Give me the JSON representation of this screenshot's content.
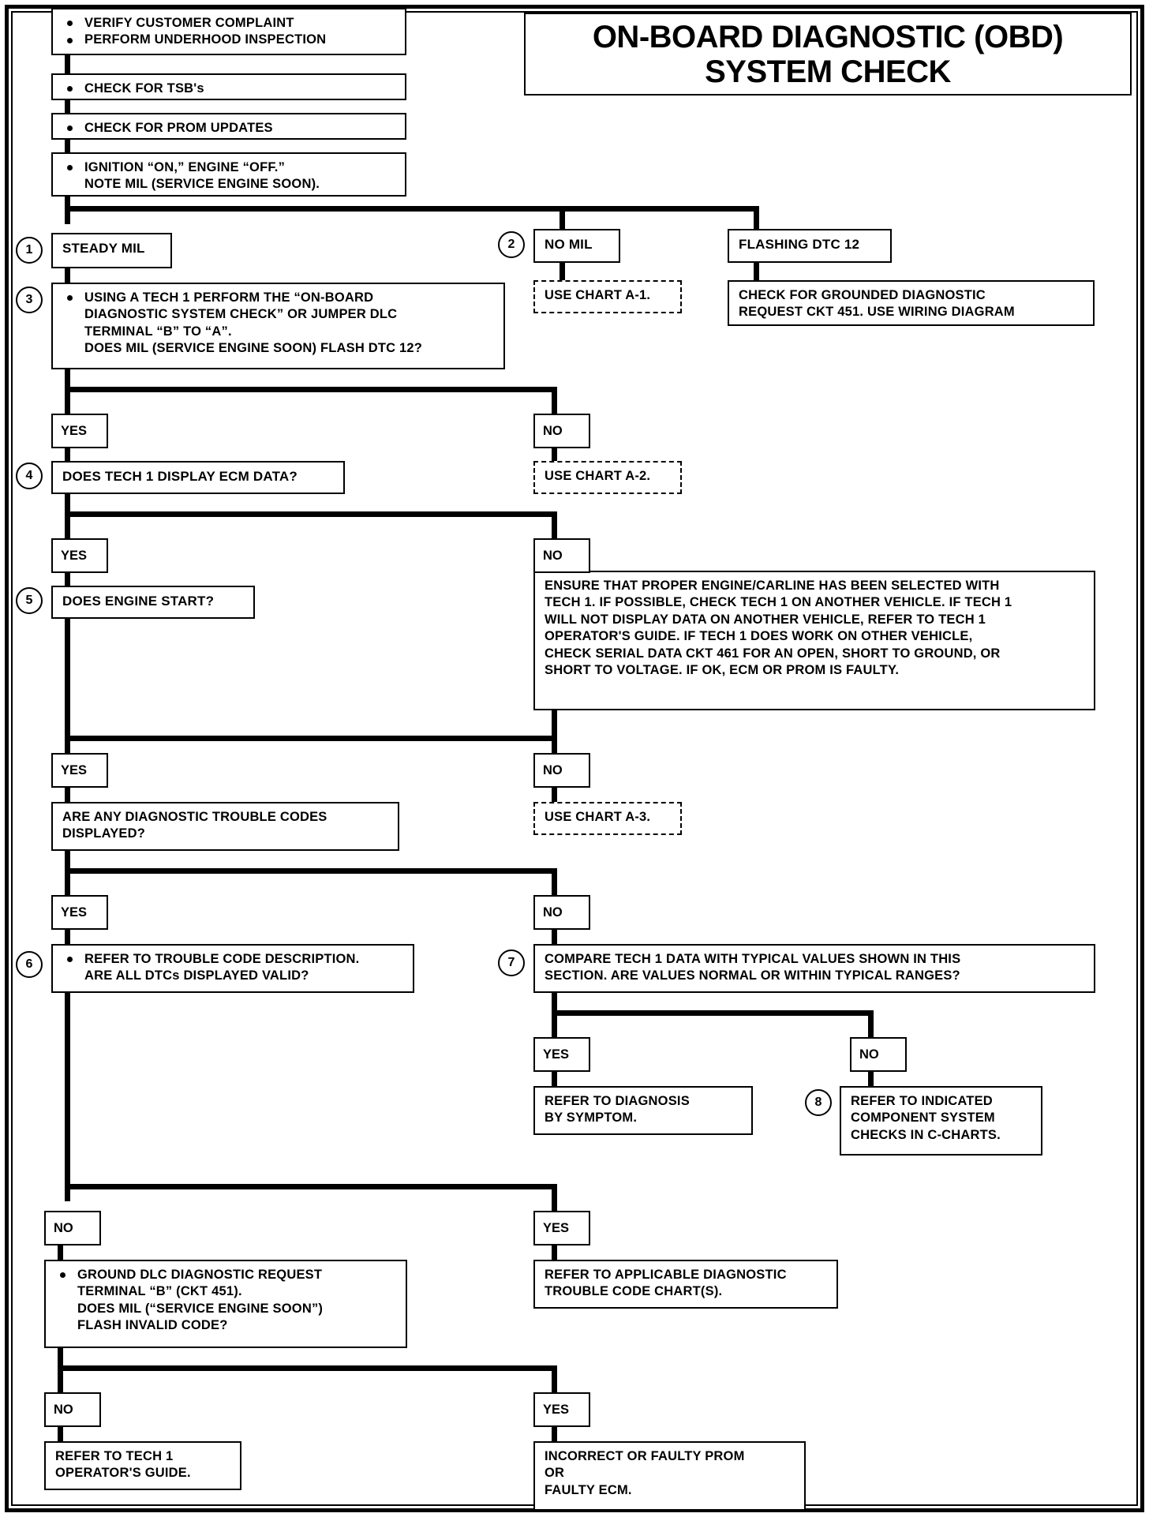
{
  "title": {
    "line1": "ON-BOARD DIAGNOSTIC (OBD)",
    "line2": "SYSTEM CHECK"
  },
  "steps": {
    "one": "1",
    "two": "2",
    "three": "3",
    "four": "4",
    "five": "5",
    "six": "6",
    "seven": "7",
    "eight": "8"
  },
  "branch_labels": {
    "yes": "YES",
    "no": "NO"
  },
  "nodes": {
    "verify": {
      "line1": "VERIFY CUSTOMER COMPLAINT",
      "line2": "PERFORM UNDERHOOD INSPECTION"
    },
    "tsb": {
      "line1": "CHECK FOR TSB's"
    },
    "prom": {
      "line1": "CHECK FOR PROM UPDATES"
    },
    "ignition": {
      "line1": "IGNITION “ON,” ENGINE “OFF.”",
      "line2": "NOTE MIL (SERVICE ENGINE SOON)."
    },
    "steady_mil": {
      "line1": "STEADY MIL"
    },
    "no_mil": {
      "line1": "NO MIL"
    },
    "flashing_dtc12": {
      "line1": "FLASHING DTC 12"
    },
    "chart_a1": {
      "line1": "USE CHART A-1."
    },
    "chart_a2": {
      "line1": "USE CHART A-2."
    },
    "chart_a3": {
      "line1": "USE CHART A-3."
    },
    "grounded_request": {
      "line1": "CHECK FOR GROUNDED DIAGNOSTIC",
      "line2": "REQUEST CKT 451.  USE WIRING DIAGRAM"
    },
    "tech1_perform": {
      "line1": "USING A TECH 1 PERFORM THE “ON-BOARD",
      "line2": "DIAGNOSTIC SYSTEM CHECK” OR JUMPER DLC",
      "line3": "TERMINAL “B” TO “A”.",
      "line4": "DOES MIL (SERVICE ENGINE SOON) FLASH DTC 12?"
    },
    "ecm_data": {
      "line1": "DOES TECH 1 DISPLAY ECM DATA?"
    },
    "engine_start": {
      "line1": "DOES ENGINE START?"
    },
    "ensure_proper": {
      "line1": "ENSURE THAT PROPER ENGINE/CARLINE HAS BEEN SELECTED WITH",
      "line2": "TECH 1. IF POSSIBLE, CHECK TECH 1 ON ANOTHER VEHICLE.  IF TECH 1",
      "line3": "WILL NOT DISPLAY DATA ON ANOTHER VEHICLE, REFER TO TECH 1",
      "line4": "OPERATOR'S GUIDE. IF TECH 1 DOES WORK ON OTHER VEHICLE,",
      "line5": "CHECK SERIAL DATA CKT 461 FOR AN OPEN, SHORT TO GROUND, OR",
      "line6": "SHORT TO VOLTAGE.  IF OK, ECM OR PROM IS FAULTY."
    },
    "dtc_displayed": {
      "line1": "ARE ANY DIAGNOSTIC TROUBLE CODES",
      "line2": "DISPLAYED?"
    },
    "refer_trouble_code": {
      "line1": "REFER TO TROUBLE CODE DESCRIPTION.",
      "line2": "ARE ALL DTCs DISPLAYED VALID?"
    },
    "compare_tech1": {
      "line1": "COMPARE TECH 1 DATA WITH TYPICAL VALUES SHOWN IN THIS",
      "line2": "SECTION.  ARE VALUES NORMAL OR WITHIN TYPICAL RANGES?"
    },
    "diagnosis_symptom": {
      "line1": "REFER TO  DIAGNOSIS",
      "line2": "BY SYMPTOM."
    },
    "indicated_component": {
      "line1": "REFER TO INDICATED",
      "line2": "COMPONENT SYSTEM",
      "line3": "CHECKS IN  C-CHARTS."
    },
    "ground_dlc": {
      "line1": "GROUND DLC DIAGNOSTIC REQUEST",
      "line2": "TERMINAL “B” (CKT 451).",
      "line3": "DOES MIL (“SERVICE ENGINE SOON”)",
      "line4": "FLASH INVALID CODE?"
    },
    "applicable_chart": {
      "line1": "REFER TO APPLICABLE DIAGNOSTIC",
      "line2": "TROUBLE CODE CHART(S)."
    },
    "tech1_guide": {
      "line1": "REFER TO TECH 1",
      "line2": "OPERATOR'S GUIDE."
    },
    "faulty_prom": {
      "line1": "INCORRECT OR FAULTY PROM",
      "line2": "OR",
      "line3": "FAULTY ECM."
    }
  }
}
